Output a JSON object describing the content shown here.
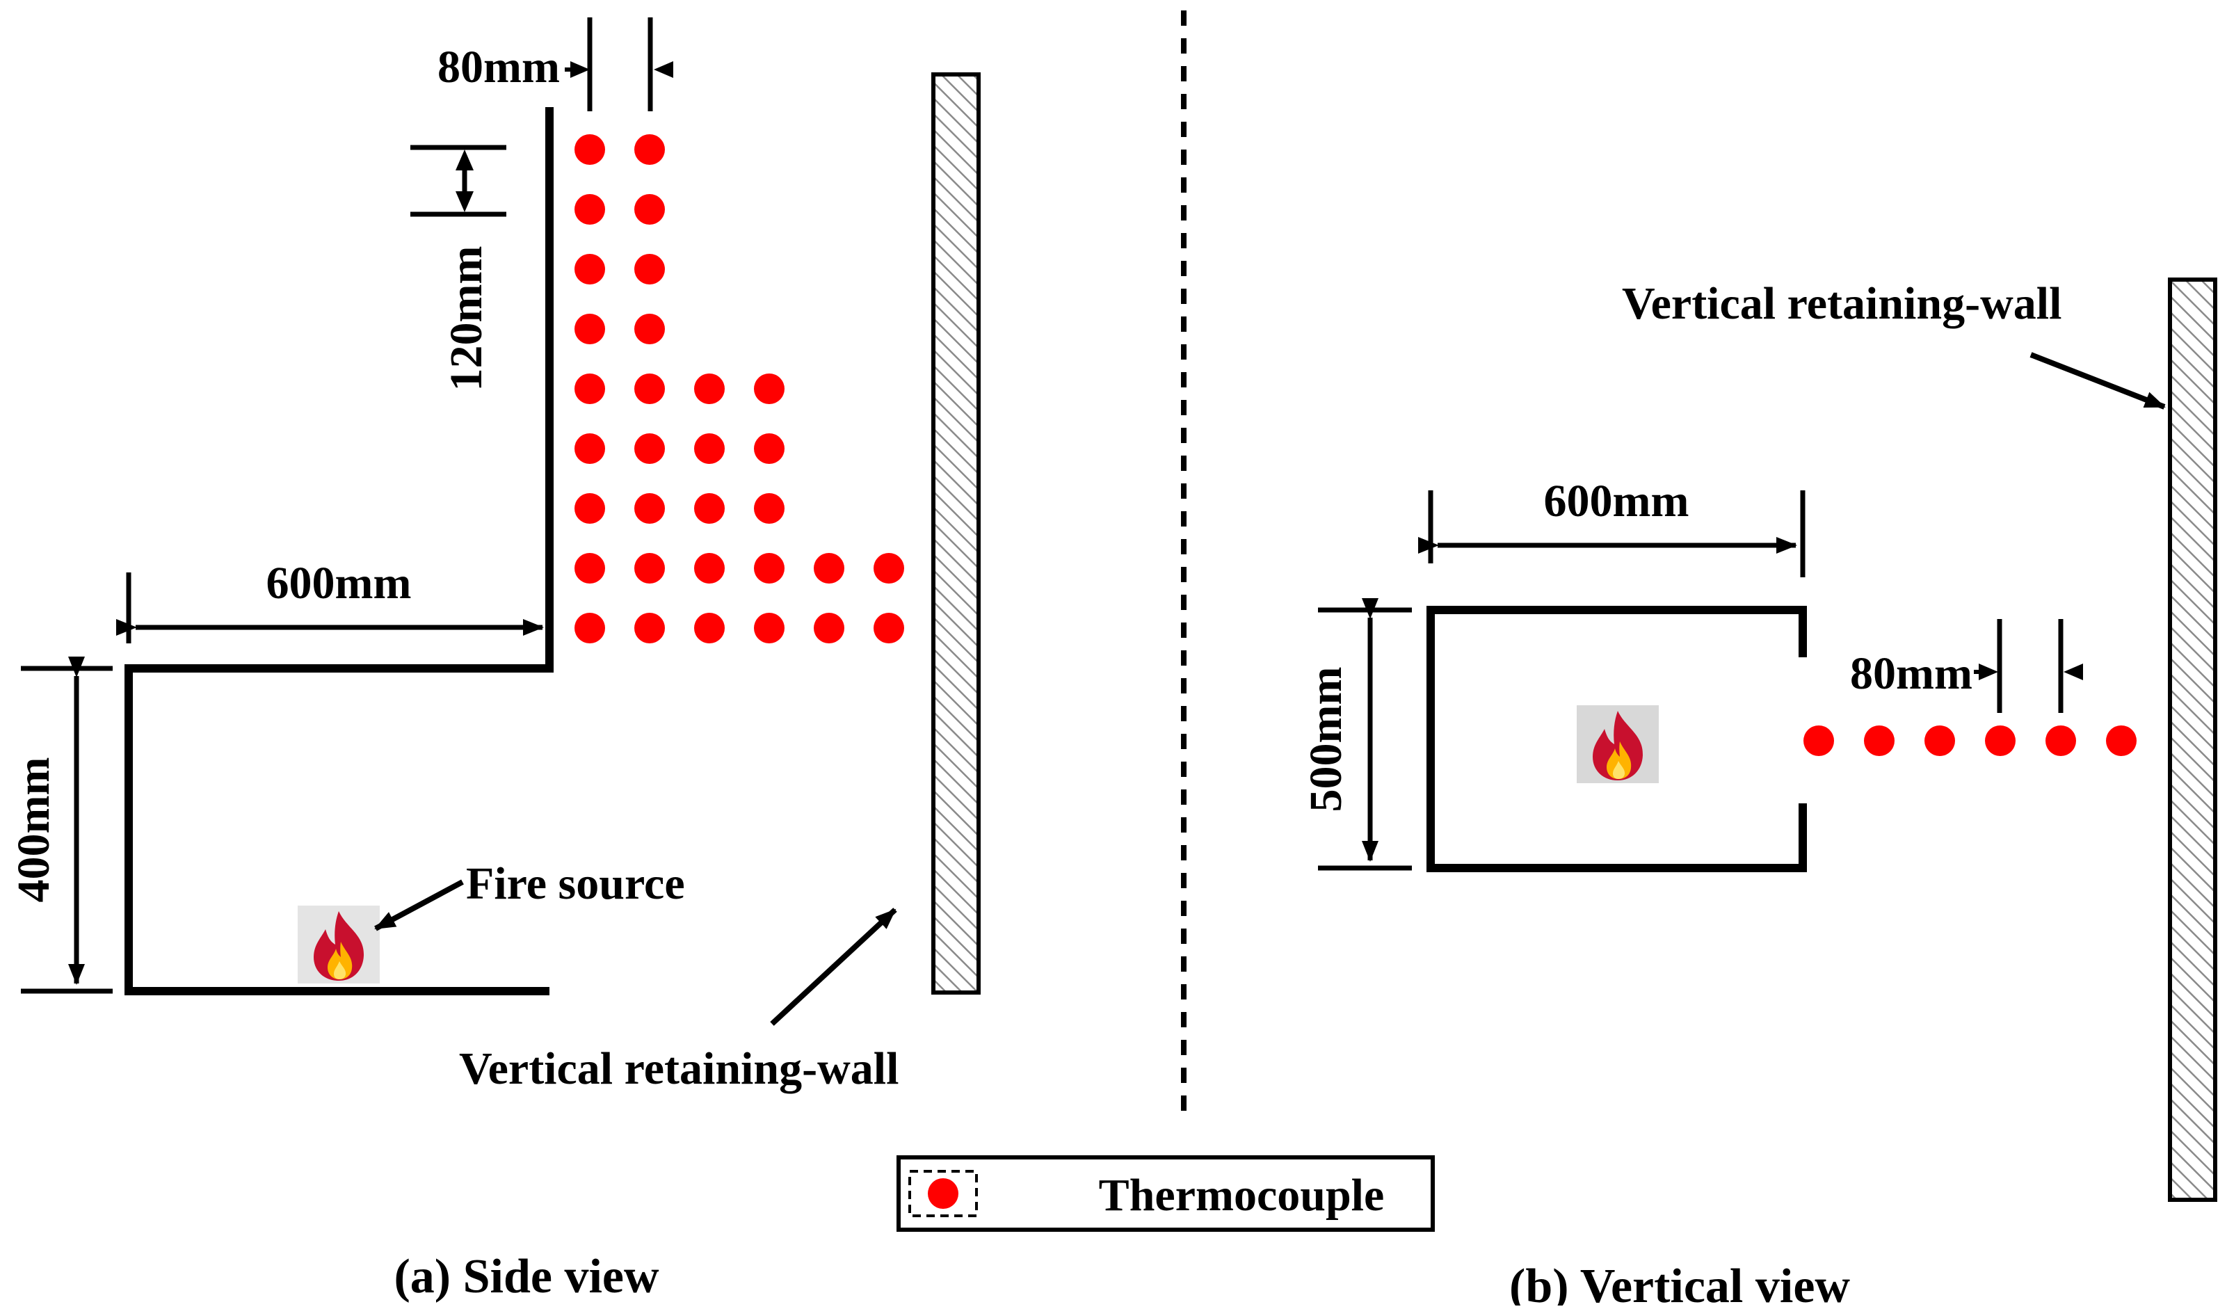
{
  "side_view": {
    "caption": "(a) Side view",
    "dim_spacing_horizontal": "80mm",
    "dim_spacing_vertical": "120mm",
    "dim_width": "600mm",
    "dim_height": "400mm",
    "fire_label": "Fire source",
    "wall_label": "Vertical retaining-wall",
    "thermocouple_rows": [
      2,
      2,
      2,
      2,
      4,
      4,
      4,
      6,
      6
    ]
  },
  "vertical_view": {
    "caption": "(b) Vertical view",
    "dim_width": "600mm",
    "dim_height": "500mm",
    "dim_spacing_horizontal": "80mm",
    "wall_label": "Vertical retaining-wall",
    "thermocouple_count": 6
  },
  "legend": {
    "label": "Thermocouple"
  },
  "colors": {
    "thermocouple": "#ff0000",
    "line": "#000000",
    "hatch": "#8a8a8a",
    "fire_outer": "#c8102e",
    "fire_inner": "#ffb300"
  },
  "icons": {
    "fire": "fire-icon",
    "thermocouple": "thermocouple-dot-icon"
  }
}
